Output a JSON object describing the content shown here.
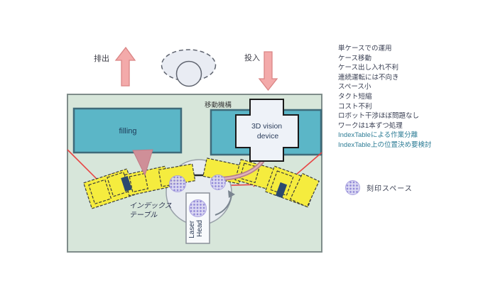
{
  "diagram": {
    "flow": {
      "discharge": "排出",
      "input": "投入"
    },
    "panel": {
      "filling": "filling",
      "mechanism": "移動機構",
      "vision_line1": "3D vision",
      "vision_line2": "device",
      "index_table_line1": "インデックス",
      "index_table_line2": "テーブル",
      "laser_line1": "Laser",
      "laser_line2": "Head"
    },
    "legend": {
      "label": "刻印スペース"
    },
    "notes": [
      "単ケースでの運用",
      "ケース移動",
      "ケース出し入れ不利",
      "連続運転には不向き",
      "スペース小",
      "タクト短縮",
      "コスト不利",
      "ロボット干渉ほぼ問題なし",
      "ワークは1本ずつ処理",
      "IndexTableによる作業分離",
      "IndexTable上の位置決め要検討"
    ],
    "colors": {
      "panel_bg": "#d7e6da",
      "station_teal": "#5bb6c7",
      "vision_body": "#eef2f8",
      "index_table": "#e8ecf1",
      "robot_yellow": "#f5ec3e",
      "marking_purple": "#8d84d6",
      "flow_pink": "#f3aaaa",
      "path_red": "#e84444"
    }
  }
}
